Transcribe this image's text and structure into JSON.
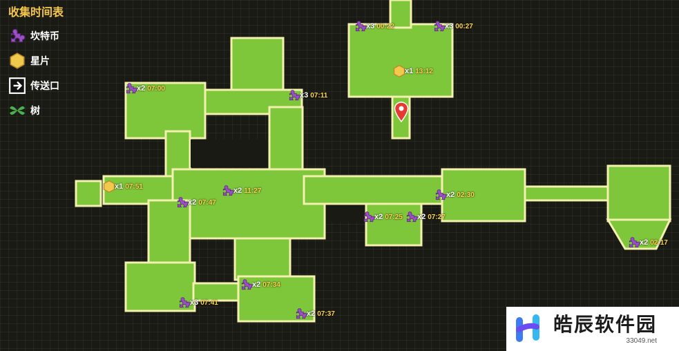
{
  "legend": {
    "title": "收集时间表",
    "items": [
      {
        "icon": "puzzle-icon",
        "label": "坎特币"
      },
      {
        "icon": "star-shard-icon",
        "label": "星片"
      },
      {
        "icon": "portal-icon",
        "label": "传送口"
      },
      {
        "icon": "tree-icon",
        "label": "树"
      }
    ]
  },
  "markers": [
    {
      "type": "puzzle",
      "count": "x3",
      "time": "00:22"
    },
    {
      "type": "puzzle",
      "count": "x3",
      "time": "00:27"
    },
    {
      "type": "star",
      "count": "x1",
      "time": "13:12"
    },
    {
      "type": "puzzle",
      "count": "x2",
      "time": "07:00"
    },
    {
      "type": "puzzle",
      "count": "x3",
      "time": "07:11"
    },
    {
      "type": "star",
      "count": "x1",
      "time": "07:51"
    },
    {
      "type": "puzzle",
      "count": "x2",
      "time": "11:27"
    },
    {
      "type": "puzzle",
      "count": "x2",
      "time": "07:47"
    },
    {
      "type": "puzzle",
      "count": "x2",
      "time": "02:30"
    },
    {
      "type": "puzzle",
      "count": "x2",
      "time": "07:25"
    },
    {
      "type": "puzzle",
      "count": "x2",
      "time": "07:27"
    },
    {
      "type": "puzzle",
      "count": "x2",
      "time": "02:17"
    },
    {
      "type": "puzzle",
      "count": "x2",
      "time": "07:34"
    },
    {
      "type": "puzzle",
      "count": "x3",
      "time": "07:41"
    },
    {
      "type": "puzzle",
      "count": "x2",
      "time": "07:37"
    }
  ],
  "colors": {
    "floor": "#7ec63a",
    "floor_edge": "#f3f0b0",
    "puzzle": "#9b4fc4",
    "star": "#f2c94c",
    "time_text": "#ffd54a",
    "pin": "#e53935"
  },
  "watermark": {
    "name": "皓辰软件园",
    "url": "33049.net"
  }
}
